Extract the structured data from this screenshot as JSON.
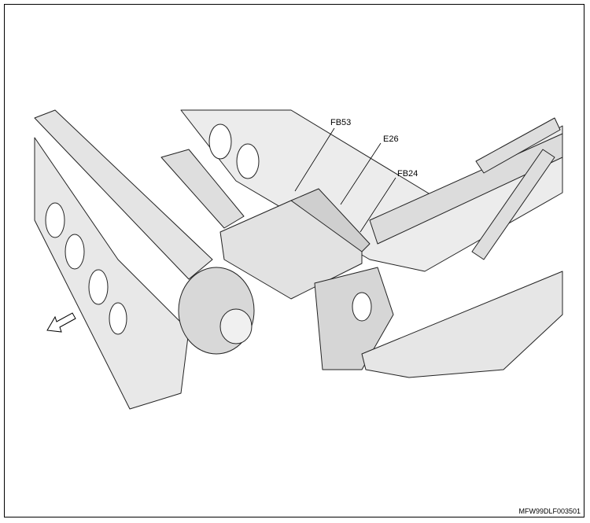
{
  "callouts": {
    "fb53": "FB53",
    "e26": "E26",
    "fb24": "FB24"
  },
  "figure_code": "MFW99DLF003501",
  "icons": {
    "front": "front-arrow-icon"
  }
}
